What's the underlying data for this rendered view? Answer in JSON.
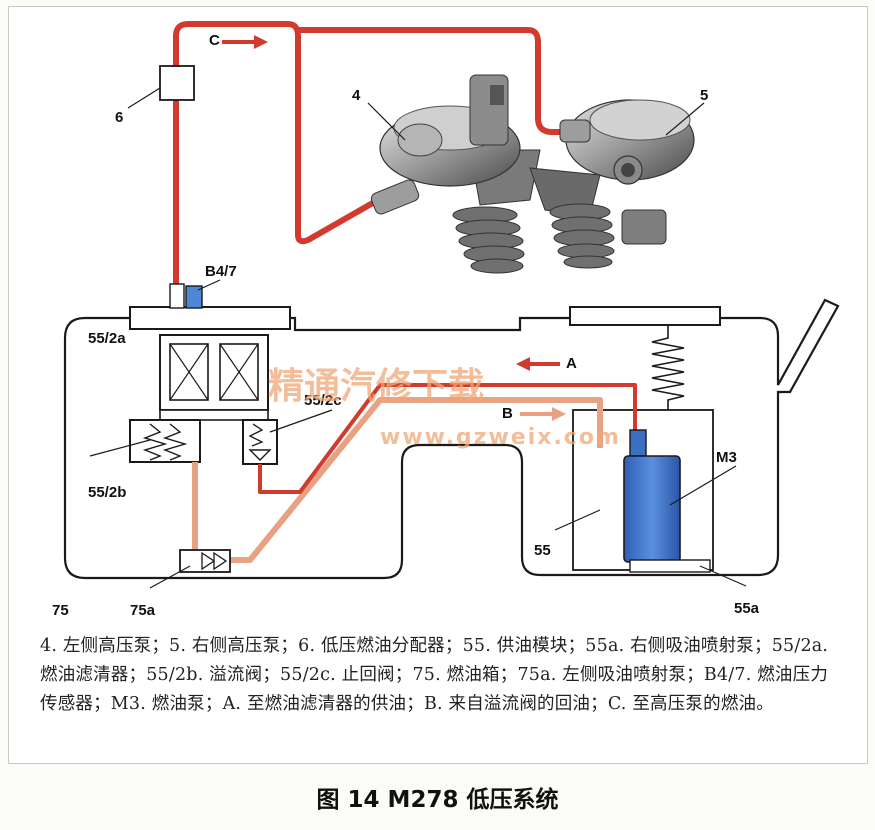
{
  "diagram": {
    "labels": {
      "c_label": "C",
      "a_label": "A",
      "b_label": "B",
      "pump_left": "4",
      "pump_right": "5",
      "distributor": "6",
      "sensor": "B4/7",
      "filter": "55/2a",
      "check_valve": "55/2c",
      "overflow_valve": "55/2b",
      "fuel_pump": "M3",
      "module": "55",
      "tank": "75",
      "left_jet_pump": "75a",
      "right_jet_pump": "55a"
    },
    "watermark": {
      "cn": "精通汽修下载",
      "url": "www.gzweix.com"
    },
    "colors": {
      "high_line": "#d23a2e",
      "return_line": "#e8a283",
      "pump_blue": "#3b6fc4",
      "sensor_blue": "#4f86d6",
      "outline": "#1a1a1a"
    }
  },
  "caption": {
    "text": "4. 左侧高压泵；5. 右侧高压泵；6. 低压燃油分配器；55. 供油模块；55a. 右侧吸油喷射泵；55/2a. 燃油滤清器；55/2b. 溢流阀；55/2c. 止回阀；75. 燃油箱；75a. 左侧吸油喷射泵；B4/7. 燃油压力传感器；M3. 燃油泵；A. 至燃油滤清器的供油；B. 来自溢流阀的回油；C. 至高压泵的燃油。"
  },
  "figure_title": "图 14 M278 低压系统"
}
